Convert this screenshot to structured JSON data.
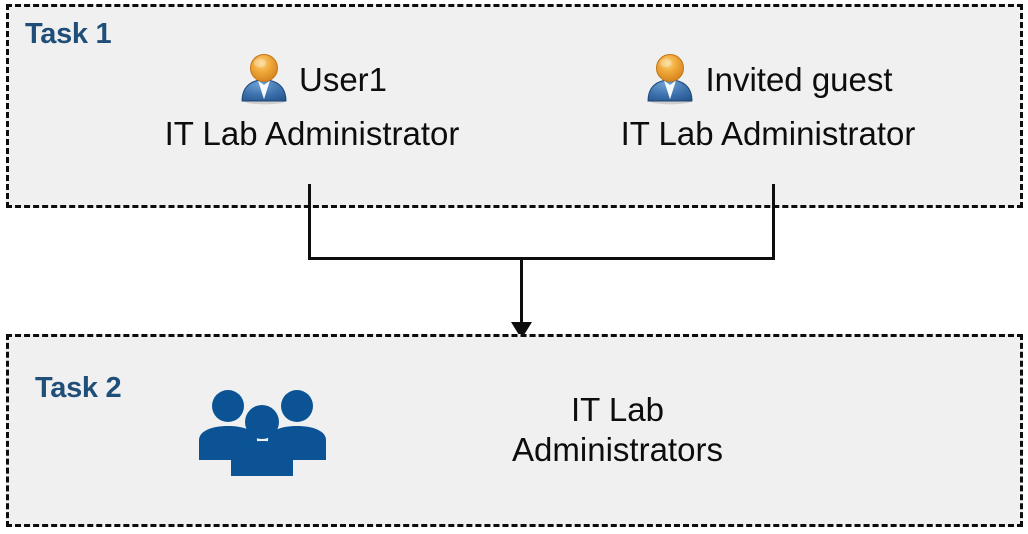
{
  "diagram": {
    "title_hidden": "",
    "background_color": "#FFFFFF",
    "box_fill_color": "#F0F0F0",
    "box_border_color": "#0D0D0D",
    "accent_color": "#1F4E79",
    "group_icon_color": "#0B5394"
  },
  "tasks": [
    {
      "id": "task-1",
      "label": "Task 1",
      "people": [
        {
          "id": "user1",
          "icon": "user-avatar-icon",
          "name": "User1",
          "role": "IT Lab Administrator"
        },
        {
          "id": "invited-guest",
          "icon": "user-avatar-icon",
          "name": "Invited guest",
          "role": "IT Lab Administrator"
        }
      ]
    },
    {
      "id": "task-2",
      "label": "Task 2",
      "group": {
        "id": "it-lab-administrators",
        "icon": "user-group-icon",
        "line1": "IT Lab",
        "line2": "Administrators",
        "name": "IT Lab Administrators"
      }
    }
  ],
  "connector": {
    "type": "merge-arrow",
    "description": "Two vertical lines from Task 1 people merge into a horizontal bar and a single downward arrow into Task 2",
    "stroke_color": "#0D0D0D"
  }
}
